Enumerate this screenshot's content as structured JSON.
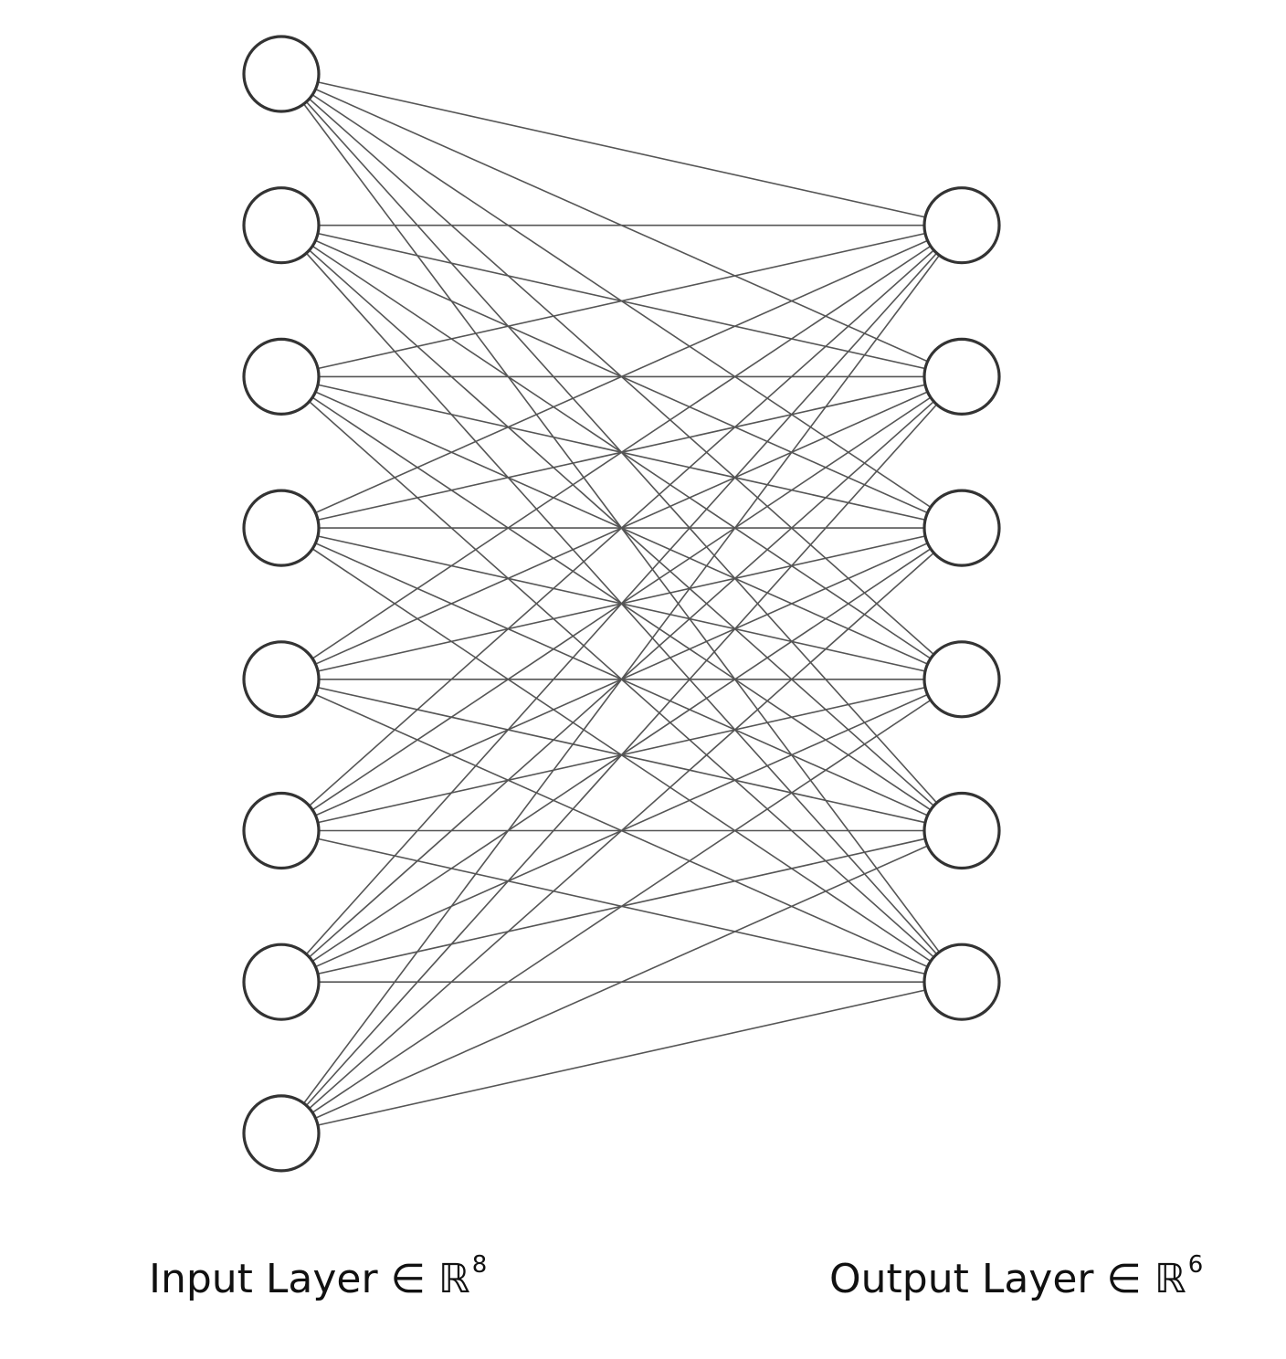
{
  "diagram": {
    "type": "fully-connected-network",
    "colors": {
      "edge": "#555555",
      "node_stroke": "#333333",
      "node_fill": "#ffffff",
      "text": "#111111"
    },
    "layers": [
      {
        "id": "input",
        "name": "Input Layer",
        "symbol": "∈",
        "space": "ℝ",
        "dimension": "8",
        "node_count": 8
      },
      {
        "id": "output",
        "name": "Output Layer",
        "symbol": "∈",
        "space": "ℝ",
        "dimension": "6",
        "node_count": 6
      }
    ],
    "connections": "all-to-all"
  }
}
